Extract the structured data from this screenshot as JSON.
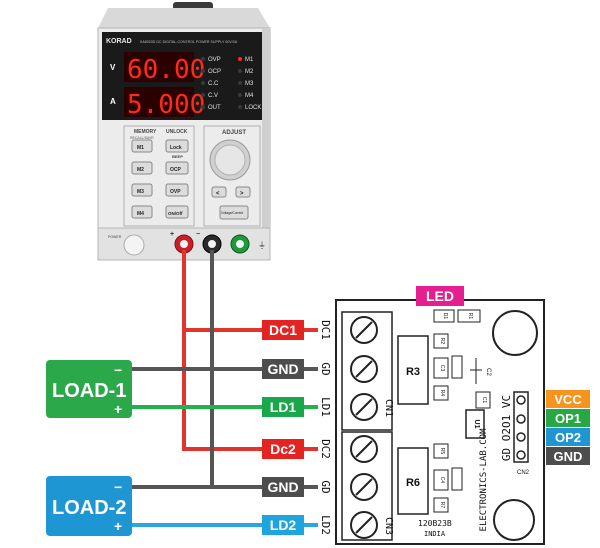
{
  "psu": {
    "brand": "KORAD",
    "model_text": "KA6003D DC DIGITAL-CONTROL POWER SUPPLY 60V/3A",
    "voltage_display": "60.00",
    "current_display": "5.000",
    "v_unit": "V",
    "a_unit": "A",
    "indicators_left": [
      "OVP",
      "OCP",
      "C.C",
      "C.V",
      "OUT"
    ],
    "indicators_right": [
      "M1",
      "M2",
      "M3",
      "M4",
      "LOCK"
    ],
    "memory_title": "MEMORY",
    "memory_sub": "RECALL/SAVE",
    "unlock_title": "UNLOCK",
    "beep_title": "BEEP",
    "adjust_title": "ADJUST",
    "buttons_mem": [
      "M1",
      "M2",
      "M3",
      "M4"
    ],
    "buttons_mid": [
      "Lock",
      "OCP",
      "OVP",
      "ON/Off"
    ],
    "arrow_left": "<",
    "arrow_right": ">",
    "vc_button": "Voltage/Current",
    "power_label": "POWER",
    "plus_sign": "+",
    "minus_sign": "−",
    "ground_sign": "⏚"
  },
  "labels": {
    "dc1": "DC1",
    "gnd1": "GND",
    "ld1": "LD1",
    "dc2": "Dc2",
    "gnd2": "GND",
    "ld2": "LD2",
    "led": "LED",
    "vcc": "VCC",
    "op1": "OP1",
    "op2": "OP2",
    "gnd_out": "GND"
  },
  "loads": {
    "load1": "LOAD-1",
    "load2": "LOAD-2",
    "minus": "−",
    "plus": "+"
  },
  "pcb": {
    "silk_dc1": "DC1",
    "silk_gd1": "GD",
    "silk_ld1": "LD1",
    "silk_cn1": "CN1",
    "silk_dc2": "DC2",
    "silk_gd2": "GD",
    "silk_ld2": "LD2",
    "silk_cn3": "CN3",
    "r3": "R3",
    "r6": "R6",
    "c3": "C3",
    "c4": "C4",
    "r2": "R2",
    "r4": "R4",
    "r5": "R5",
    "r7": "R7",
    "d1": "D1",
    "r1": "R1",
    "c1": "C1",
    "c2": "C2",
    "u1": "U1",
    "header_text": "GD O2O1 VC",
    "cn2": "CN2",
    "site": "ELECTRONICS-LAB.COM",
    "part_no": "120B23B",
    "country": "INDIA"
  },
  "colors": {
    "red_wire": "#e0342c",
    "black_wire": "#555555",
    "green_wire": "#22b24c",
    "blue_wire": "#29a7de",
    "dc_label": "#e52421",
    "gnd_label": "#4d4d4d",
    "ld1_label": "#1aa64a",
    "ld2_label": "#1fa4dd",
    "led_label": "#e51f8f",
    "vcc_label": "#f7941d",
    "op1_label": "#27a844",
    "op2_label": "#1f96d3",
    "load1_fill": "#2aa84a",
    "load2_fill": "#1e96d4"
  }
}
